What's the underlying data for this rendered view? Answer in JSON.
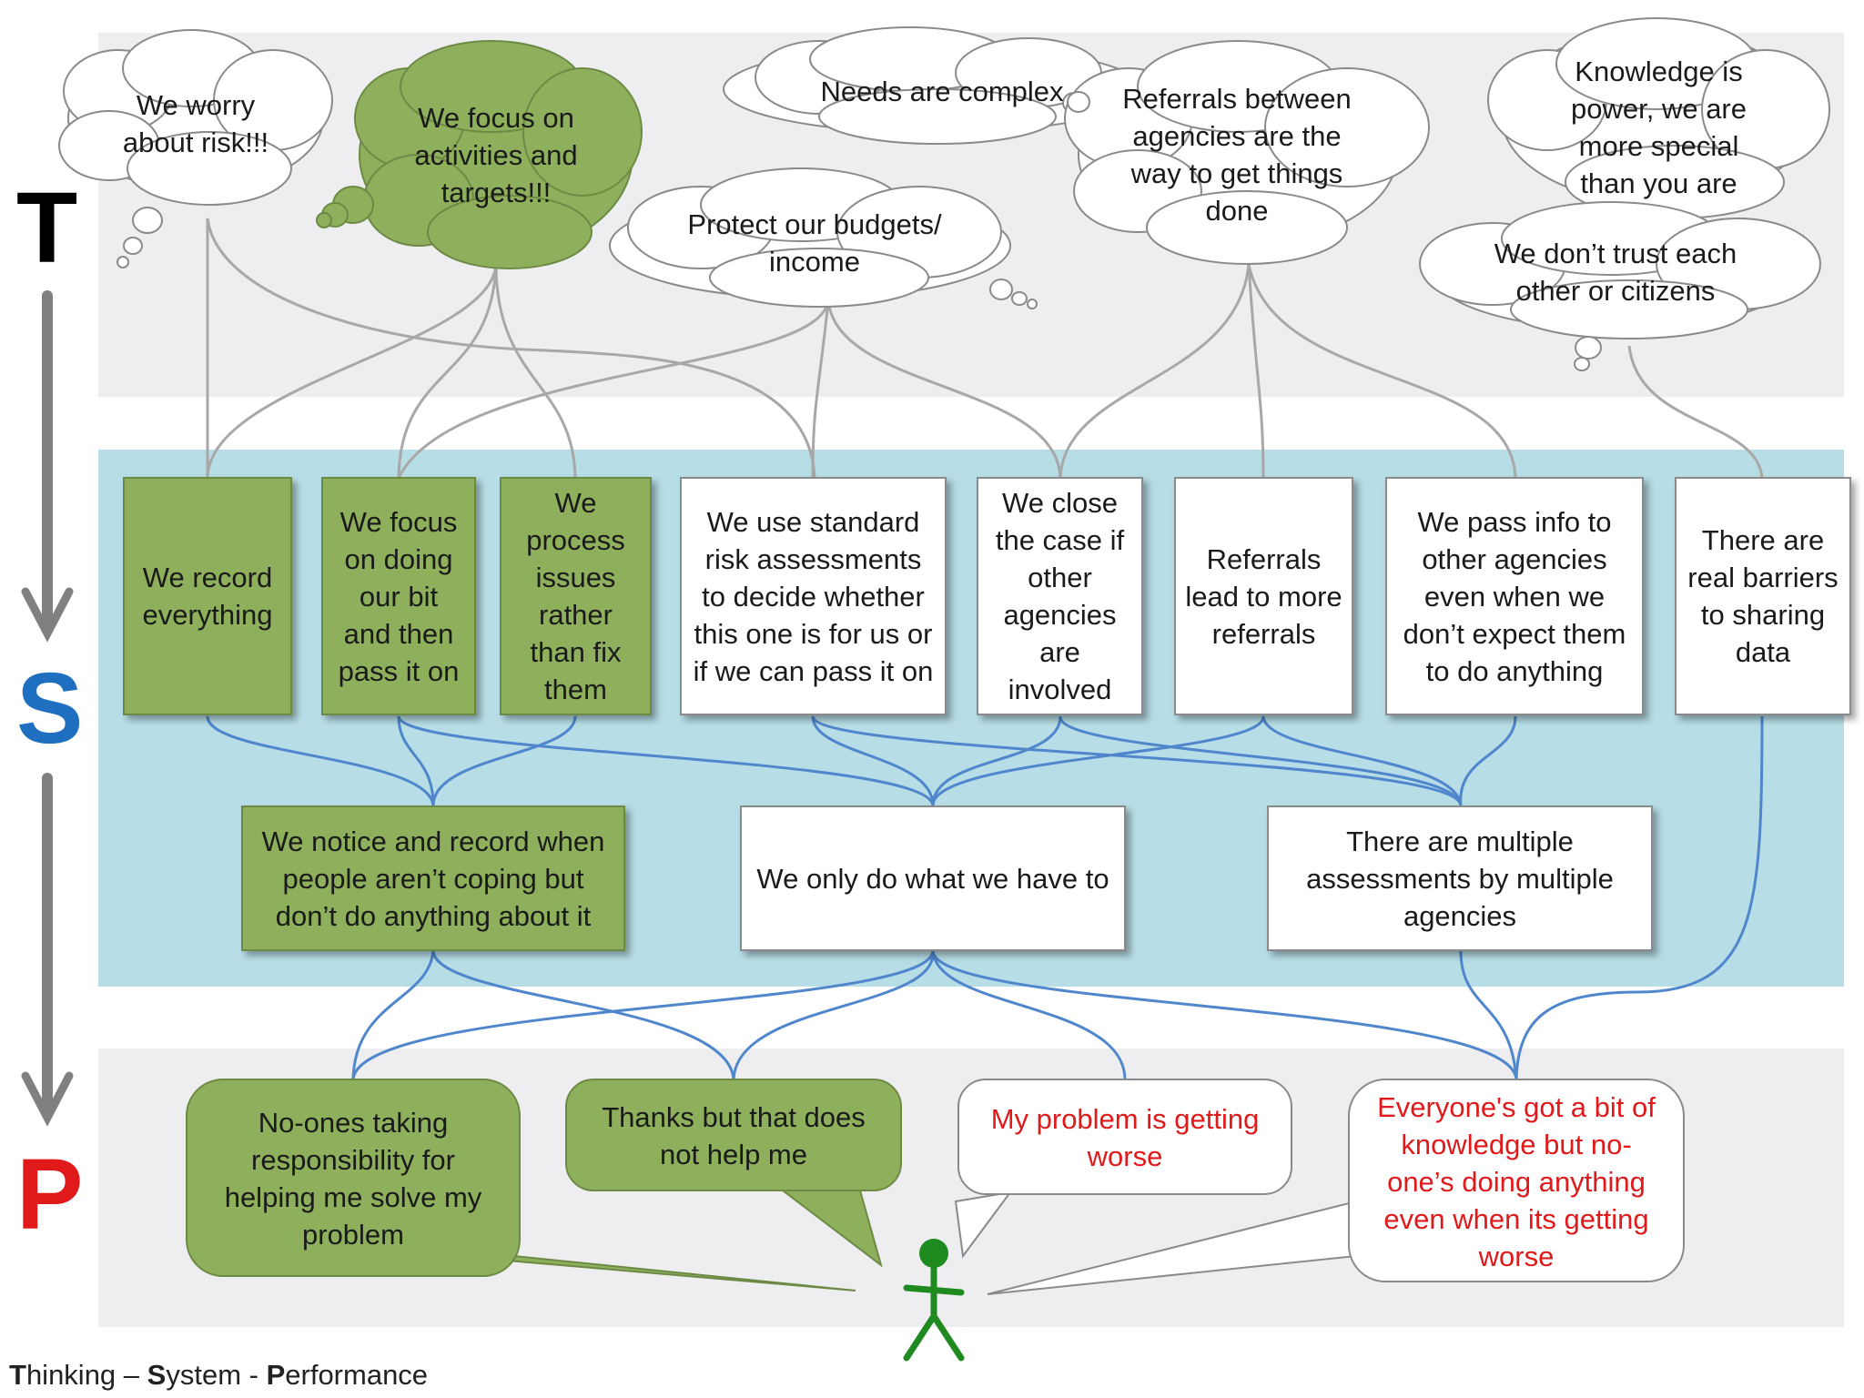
{
  "axis": {
    "letters": [
      {
        "text": "T",
        "color": "#000000"
      },
      {
        "text": "S",
        "color": "#1f6fc0"
      },
      {
        "text": "P",
        "color": "#e0191b"
      }
    ]
  },
  "footer": {
    "t": "T",
    "t_rest": "hinking – ",
    "s": "S",
    "s_rest": "ystem - ",
    "p": "P",
    "p_rest": "erformance"
  },
  "thinking": [
    {
      "text": "We  worry about risk!!!",
      "style": "white"
    },
    {
      "text": "We focus on activities and targets!!!",
      "style": "green"
    },
    {
      "text": "Needs are complex",
      "style": "white"
    },
    {
      "text": "Protect our budgets/ income",
      "style": "white"
    },
    {
      "text": "Referrals between agencies are the way to get things done",
      "style": "white"
    },
    {
      "text": "Knowledge is power, we are more special than you are",
      "style": "white"
    },
    {
      "text": "We don’t trust each other or citizens",
      "style": "white"
    }
  ],
  "system_top": [
    {
      "text": "We record everything",
      "style": "green"
    },
    {
      "text": "We focus on doing our bit and then pass it on",
      "style": "green"
    },
    {
      "text": "We process issues rather than fix them",
      "style": "green"
    },
    {
      "text": "We use standard risk assessments to decide whether this one is for us or if we can pass it on",
      "style": "white"
    },
    {
      "text": "We close the case if other agencies are involved",
      "style": "white"
    },
    {
      "text": "Referrals lead to more referrals",
      "style": "white"
    },
    {
      "text": "We pass info to other agencies even when we don’t expect them to do anything",
      "style": "white"
    },
    {
      "text": "There are real barriers to sharing data",
      "style": "white"
    }
  ],
  "system_mid": [
    {
      "text": "We notice and record when people aren’t coping but don’t do anything about it",
      "style": "green"
    },
    {
      "text": "We only do what we have to",
      "style": "white"
    },
    {
      "text": "There are multiple assessments by multiple agencies",
      "style": "white"
    }
  ],
  "performance": [
    {
      "text": "No-ones taking responsibility for helping me solve my problem",
      "style": "green"
    },
    {
      "text": "Thanks but that does not help me",
      "style": "green"
    },
    {
      "text": "My problem is getting worse",
      "style": "white"
    },
    {
      "text": "Everyone's got a bit of knowledge but no-one’s doing anything even when its getting worse",
      "style": "white"
    }
  ],
  "colors": {
    "green_fill": "#8eb05c",
    "green_border": "#6d8a44",
    "red_text": "#e0191b",
    "grey_band": "#eeeef0",
    "blue_band": "#b7dde6",
    "grey_connector": "#a8a8a8",
    "blue_connector": "#4f86cc",
    "person": "#1f8a1f",
    "arrow": "#808080"
  }
}
